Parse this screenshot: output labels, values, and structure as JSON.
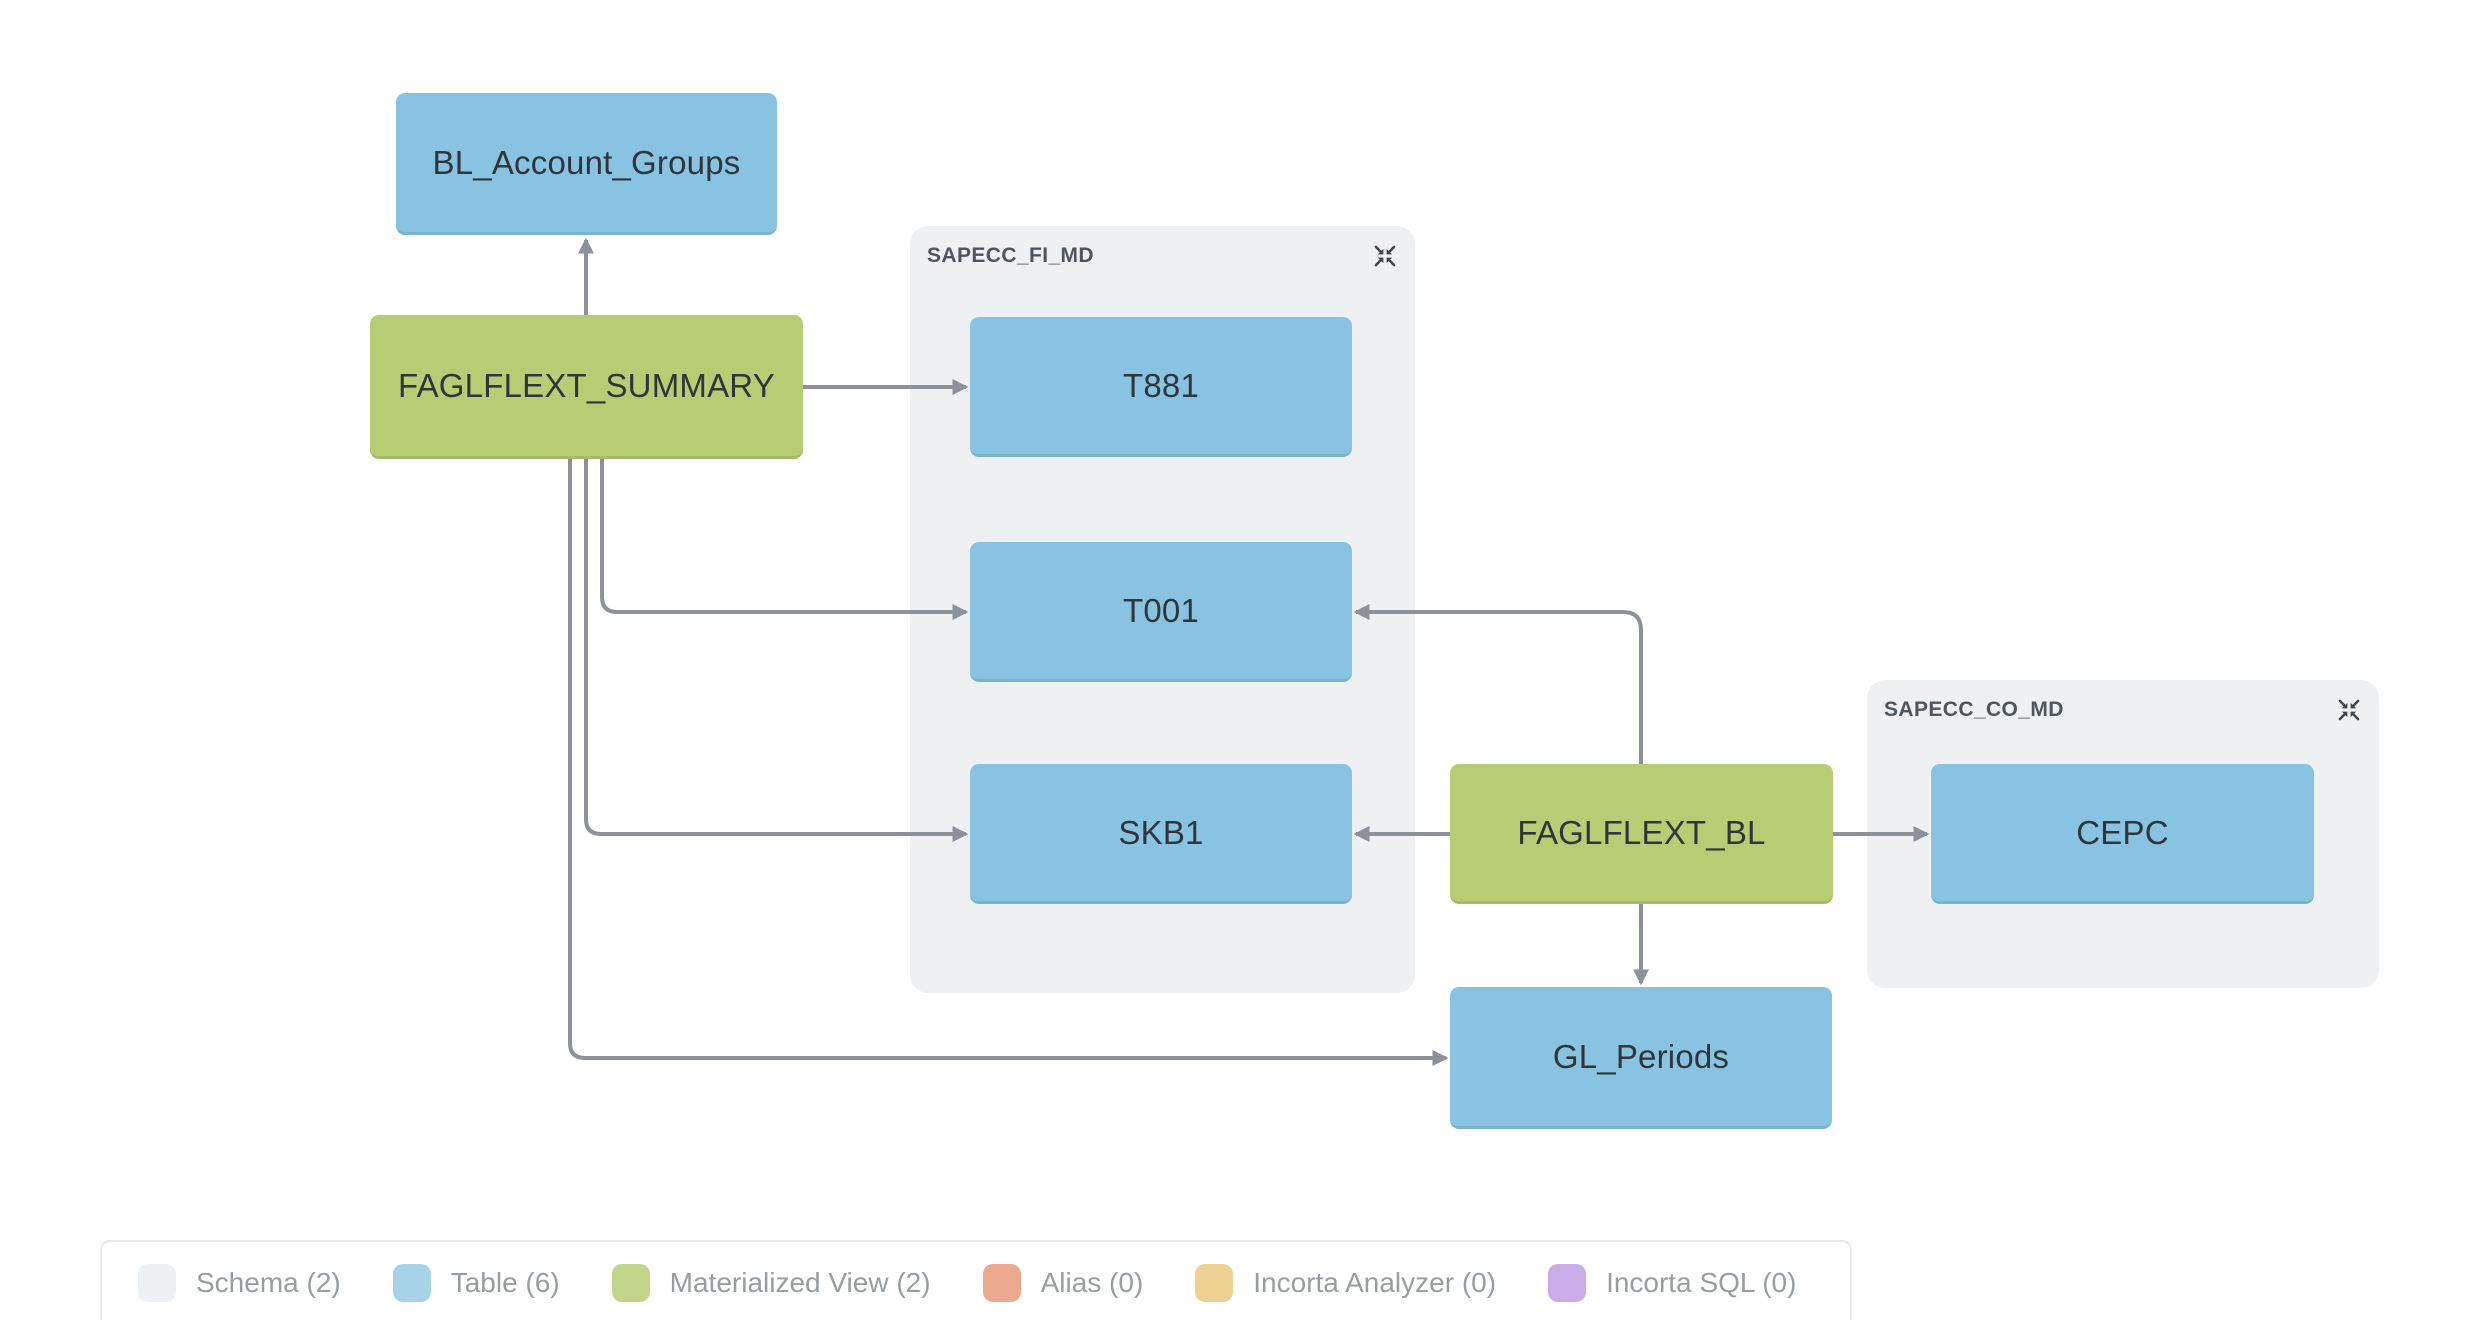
{
  "colors": {
    "table": "#88c4e1",
    "materialized_view": "#b7cd74",
    "schema_bg": "#eef0f2",
    "edge": "#8b9299",
    "node_text": "#2f353a",
    "schema_title_text": "#4e565e",
    "icon": "#3e454c",
    "legend_text": "#989da2",
    "legend_border": "#e7e9eb"
  },
  "schemas": [
    {
      "name": "SAPECC_FI_MD"
    },
    {
      "name": "SAPECC_CO_MD"
    }
  ],
  "nodes": {
    "bl_account_groups": {
      "label": "BL_Account_Groups",
      "type": "table"
    },
    "faglflext_summary": {
      "label": "FAGLFLEXT_SUMMARY",
      "type": "materialized_view"
    },
    "t881": {
      "label": "T881",
      "type": "table",
      "schema": "SAPECC_FI_MD"
    },
    "t001": {
      "label": "T001",
      "type": "table",
      "schema": "SAPECC_FI_MD"
    },
    "skb1": {
      "label": "SKB1",
      "type": "table",
      "schema": "SAPECC_FI_MD"
    },
    "faglflext_bl": {
      "label": "FAGLFLEXT_BL",
      "type": "materialized_view"
    },
    "cepc": {
      "label": "CEPC",
      "type": "table",
      "schema": "SAPECC_CO_MD"
    },
    "gl_periods": {
      "label": "GL_Periods",
      "type": "table"
    }
  },
  "edges": [
    {
      "from": "FAGLFLEXT_SUMMARY",
      "to": "BL_Account_Groups"
    },
    {
      "from": "FAGLFLEXT_SUMMARY",
      "to": "T881"
    },
    {
      "from": "FAGLFLEXT_SUMMARY",
      "to": "T001"
    },
    {
      "from": "FAGLFLEXT_SUMMARY",
      "to": "SKB1"
    },
    {
      "from": "FAGLFLEXT_SUMMARY",
      "to": "GL_Periods"
    },
    {
      "from": "FAGLFLEXT_BL",
      "to": "T001"
    },
    {
      "from": "FAGLFLEXT_BL",
      "to": "SKB1"
    },
    {
      "from": "FAGLFLEXT_BL",
      "to": "CEPC"
    },
    {
      "from": "FAGLFLEXT_BL",
      "to": "GL_Periods"
    }
  ],
  "legend": {
    "items": [
      {
        "label": "Schema (2)",
        "swatch": "#eef1f4"
      },
      {
        "label": "Table (6)",
        "swatch": "#a7d3e9"
      },
      {
        "label": "Materialized View (2)",
        "swatch": "#c2d58a"
      },
      {
        "label": "Alias (0)",
        "swatch": "#eba98f"
      },
      {
        "label": "Incorta Analyzer (0)",
        "swatch": "#edd092"
      },
      {
        "label": "Incorta SQL (0)",
        "swatch": "#caace7"
      }
    ]
  }
}
